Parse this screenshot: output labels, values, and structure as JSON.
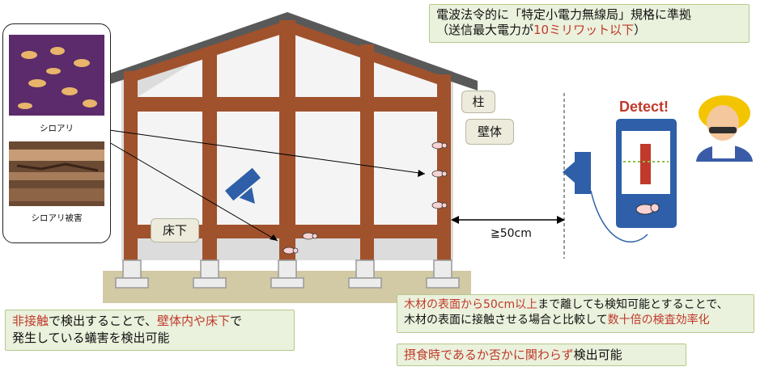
{
  "top_note": {
    "line1": "電波法令的に「特定小電力無線局」規格に準拠",
    "line2_prefix": "（送信最大電力が",
    "line2_highlight": "10ミリワット以下",
    "line2_suffix": "）"
  },
  "photos": {
    "termite_caption": "シロアリ",
    "damage_caption": "シロアリ被害"
  },
  "callouts": {
    "pillar": "柱",
    "wall": "壁体",
    "underfloor": "床下"
  },
  "distance_label": "≧50cm",
  "device": {
    "detect_label": "Detect!"
  },
  "bottom_left_note": {
    "l1_red1": "非接触",
    "l1_text1": "で検出することで、",
    "l1_red2": "壁体内や床下",
    "l1_text2": "で",
    "line2": "発生している蟻害を検出可能"
  },
  "bottom_right_note": {
    "l1_red": "木材の表面から50cm以上",
    "l1_text": "まで離しても検知可能とすることで、",
    "l2_text": "木材の表面に接触させる場合と比較して",
    "l2_red": "数十倍の検査効率化"
  },
  "bottom_right_note2": {
    "red": "摂食時であるか否かに関わらず",
    "text": "検出可能"
  },
  "colors": {
    "timber": "#a0522d",
    "roof": "#5a5a5a",
    "wall_fill": "#d9d9d9",
    "ground": "#d2c9a5",
    "note_bg": "#eaf1dc",
    "highlight_red": "#c0392b",
    "device_blue": "#2e5fa8"
  }
}
